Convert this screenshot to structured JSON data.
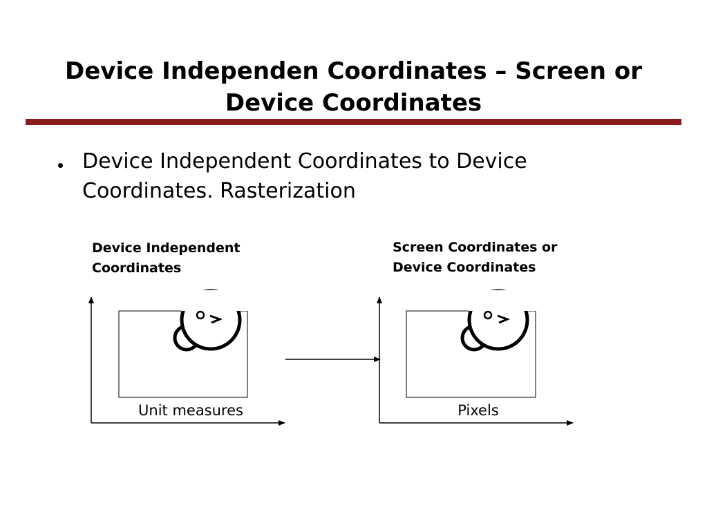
{
  "slide": {
    "title": "Device Independen Coordinates – Screen or Device Coordinates",
    "bullet": "Device Independent Coordinates to Device Coordinates. Rasterization"
  },
  "diagram": {
    "left_panel": {
      "heading": "Device Independent\nCoordinates",
      "caption": "Unit measures"
    },
    "right_panel": {
      "heading": "Screen Coordinates or\nDevice Coordinates",
      "caption": "Pixels"
    }
  },
  "colors": {
    "rule": "#8b1a1a",
    "ink": "#000000"
  }
}
